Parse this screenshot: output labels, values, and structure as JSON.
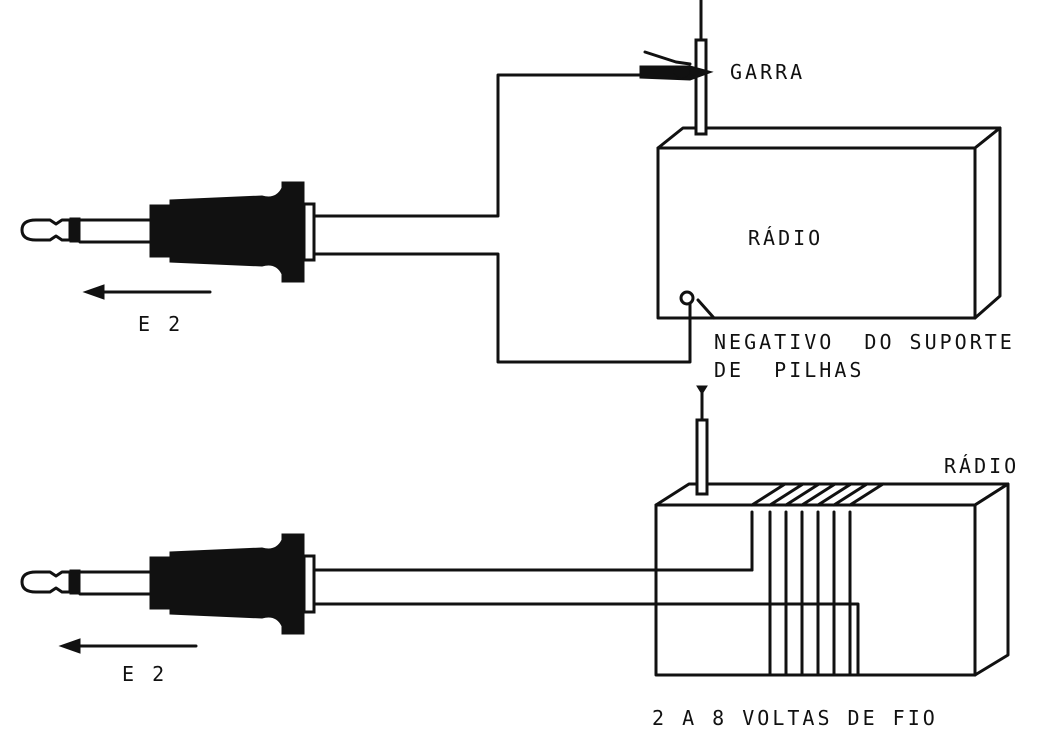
{
  "diagram_top": {
    "clip_label": "GARRA",
    "radio_label": "RÁDIO",
    "negative_label_line1": "NEGATIVO  DO SUPORTE",
    "negative_label_line2": "DE  PILHAS",
    "direction_label": "E 2"
  },
  "diagram_bottom": {
    "radio_label": "RÁDIO",
    "turns_label": "2 A 8 VOLTAS DE FIO",
    "direction_label": "E 2"
  }
}
